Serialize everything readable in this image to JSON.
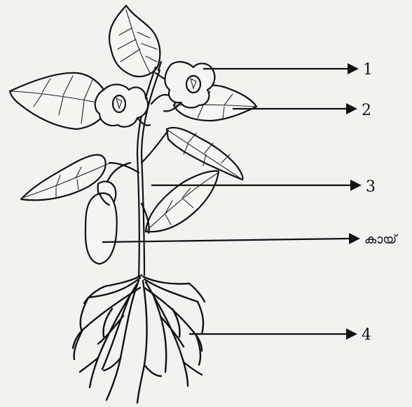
{
  "labels": {
    "l1": "1",
    "l2": "2",
    "l3": "3",
    "fruit": "കായ്",
    "l4": "4"
  }
}
